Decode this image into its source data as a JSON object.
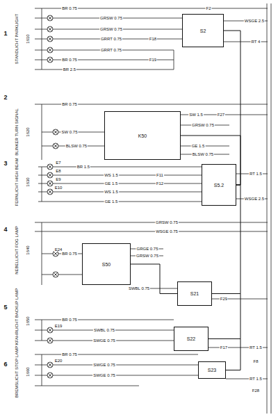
{
  "diagram": {
    "nodes": [
      {
        "text": [
          "S2"
        ]
      },
      {
        "text": [
          "K50"
        ]
      },
      {
        "text": [
          "S5.2"
        ]
      },
      {
        "text": [
          "S50"
        ]
      },
      {
        "text": [
          "S21"
        ]
      },
      {
        "text": [
          "S22"
        ]
      },
      {
        "text": [
          "S23"
        ]
      }
    ],
    "edges": [
      {
        "from": 0,
        "to": 2,
        "arrow": "none"
      },
      {
        "from": 1,
        "to": 2,
        "arrow": "none"
      },
      {
        "from": 2,
        "to": 4,
        "arrow": "none"
      },
      {
        "from": 3,
        "to": 4,
        "arrow": "none"
      },
      {
        "from": 4,
        "to": 5,
        "arrow": "none"
      },
      {
        "from": 5,
        "to": 6,
        "arrow": "none"
      }
    ],
    "labels": [
      "1",
      "2",
      "3",
      "4",
      "5",
      "6",
      "STANDLICHT PARKLIGHT",
      "BLINKER TURN SIGNAL",
      "FERNLICHT HIGH BEAM",
      "NEBELLICHT FOG LAMP",
      "RÜCKFAHRLICHT BACKUP LAMP",
      "BREMSLICHT STOP LAMP",
      "1610",
      "1620",
      "1630",
      "1640",
      "1650",
      "1660",
      "BR 0.75",
      "GRSW 0.75",
      "GRSW 0.75",
      "GRRT 0.75",
      "GRRT 0.75",
      "BR 0.75",
      "BR 2.5",
      "F18",
      "F19",
      "RT 4",
      "WSGE 2.5",
      "F2",
      "BR 0.75",
      "SW 1.5",
      "F27",
      "GRSW 0.75",
      "GE 1.5",
      "BLSW 0.75",
      "SW 0.75",
      "BLSW 0.75",
      "BR 1.5",
      "WS 1.5",
      "GE 1.5",
      "WS 1.5",
      "GE 1.5",
      "F11",
      "F12",
      "E7",
      "E8",
      "E9",
      "E10",
      "RT 1.5",
      "WSGE 2.5",
      "GRSW 0.75",
      "WSGE 0.75",
      "GRGE 0.75",
      "GRSW 0.75",
      "E24",
      "SWBL 0.75",
      "F29",
      "BR 0.75",
      "BR 0.75",
      "SWBL 0.75",
      "SWGE 0.75",
      "E19",
      "F17",
      "RT 1.5",
      "BR 0.75",
      "SWGE 0.75",
      "SWGE 0.75",
      "E20",
      "F8",
      "F28",
      "RT 1.5"
    ]
  }
}
